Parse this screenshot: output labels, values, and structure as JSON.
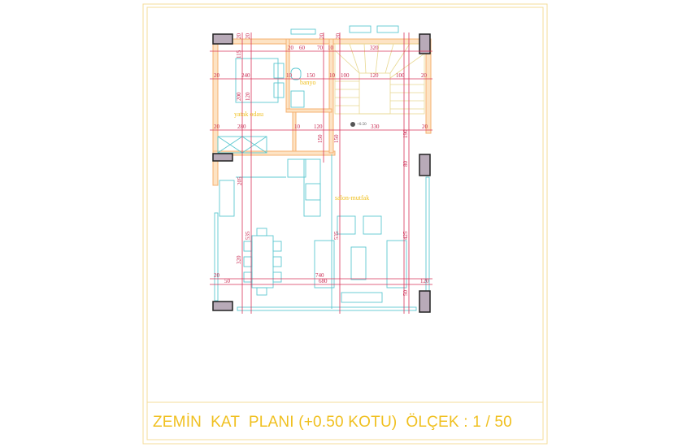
{
  "sheet_title": "ZEMİN  KAT  PLANI (+0.50 KOTU)  ÖLÇEK : 1 / 50",
  "rooms": {
    "bedroom": "yatak odası",
    "bathroom": "banyo",
    "living_kitchen": "salon-mutfak"
  },
  "level_mark": "+0.50",
  "dimensions": [
    "20",
    "60",
    "70",
    "10",
    "320",
    "20",
    "240",
    "10",
    "150",
    "10",
    "100",
    "120",
    "100",
    "20",
    "20",
    "280",
    "10",
    "120",
    "330",
    "20",
    "115",
    "200",
    "120",
    "205",
    "535",
    "320",
    "535",
    "425",
    "80",
    "150",
    "150",
    "190",
    "740",
    "680",
    "50",
    "20",
    "120",
    "50",
    "20",
    "20",
    "20",
    "20"
  ],
  "colors": {
    "frame": "#f3d27a",
    "wall": "#f5b070",
    "dimension": "#d8345a",
    "furniture": "#5cc8d0",
    "room_label": "#f0c020",
    "column": "#333333"
  }
}
